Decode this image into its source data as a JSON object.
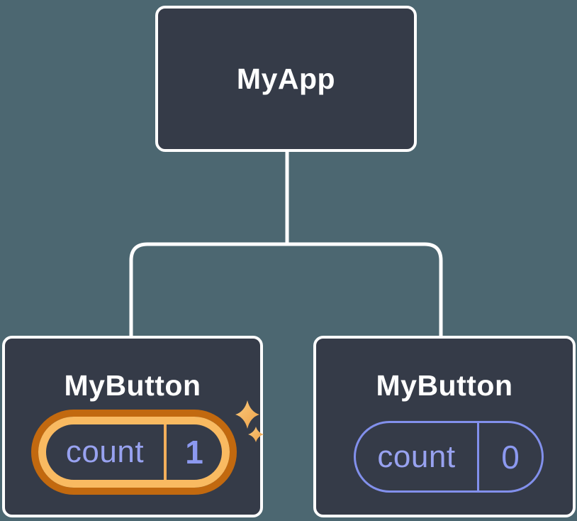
{
  "diagram": {
    "root": {
      "label": "MyApp"
    },
    "children": [
      {
        "label": "MyButton",
        "state_name": "count",
        "state_value": "1",
        "highlighted": true
      },
      {
        "label": "MyButton",
        "state_name": "count",
        "state_value": "0",
        "highlighted": false
      }
    ]
  },
  "icons": {
    "sparkle": "sparkle-icon"
  },
  "colors": {
    "background": "#4C6771",
    "node_fill": "#353B48",
    "node_border": "#FFFFFF",
    "connector": "#FFFFFF",
    "state_stroke_purple": "#8290EC",
    "state_text_purple": "#98A2F0",
    "state_value_purple": "#8C99F0",
    "highlight_ring_outer": "#C2690F",
    "highlight_ring_inner": "#F9BA61",
    "sparkle_gold": "#F4B25C"
  }
}
